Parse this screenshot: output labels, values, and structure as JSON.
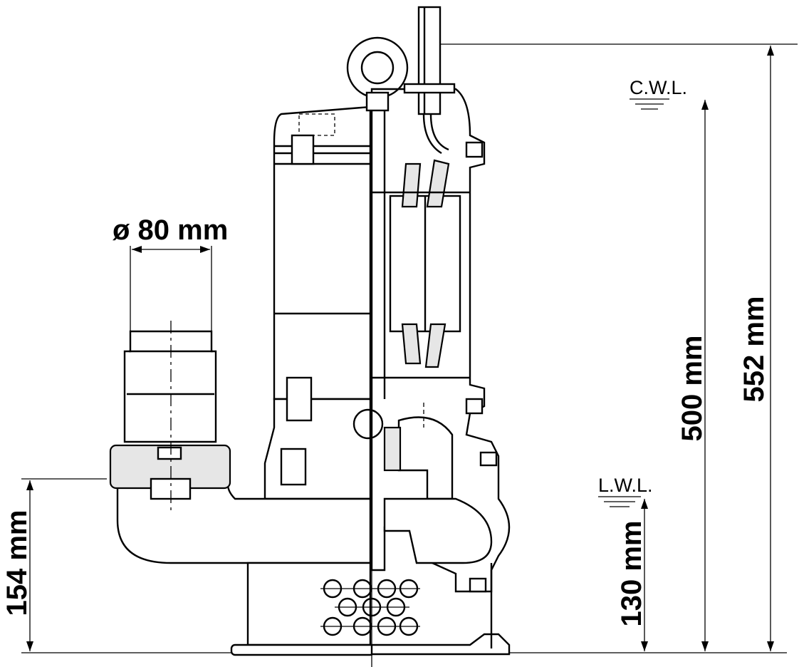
{
  "diagram": {
    "labels": {
      "outlet_diameter": "ø 80 mm",
      "total_height": "552 mm",
      "cwl_height": "500 mm",
      "outlet_height": "154 mm",
      "lwl_height": "130 mm",
      "cwl": "C.W.L.",
      "lwl": "L.W.L."
    }
  }
}
